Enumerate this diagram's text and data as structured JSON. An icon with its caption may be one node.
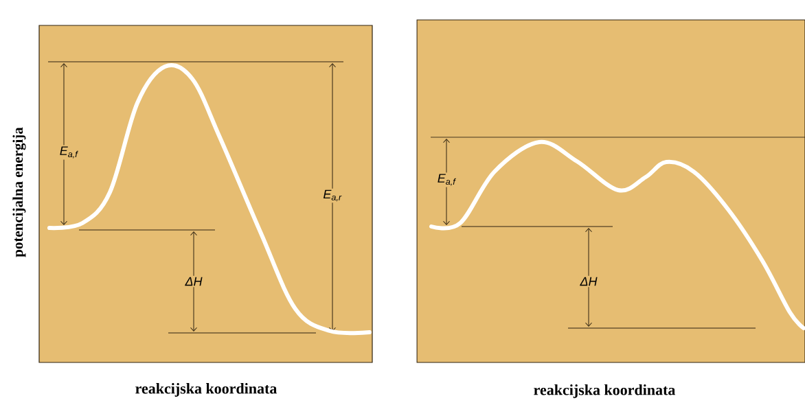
{
  "diagram": {
    "labels": [
      "potencijalna energija",
      "E$_{a,f}$",
      "E$_{a,r}$",
      "ΔH",
      "E$_{a,f}$",
      "ΔH",
      "reakcijska koordinata",
      "reakcijska koordinata"
    ]
  }
}
